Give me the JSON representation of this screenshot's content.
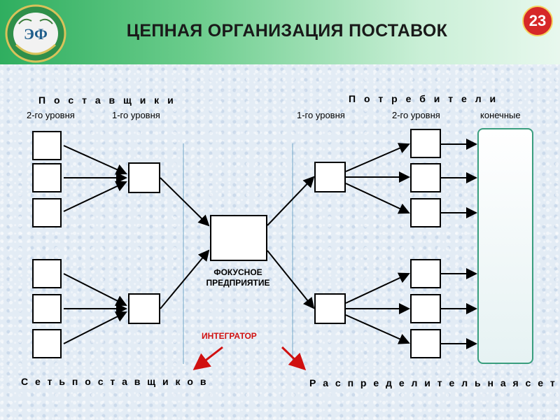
{
  "slide": {
    "title": "ЦЕПНАЯ ОРГАНИЗАЦИЯ ПОСТАВОК",
    "page_number": "23",
    "logo_text": "ЭФ"
  },
  "suppliers": {
    "header": "П о с т а в щ и к и",
    "level2_label": "2-го уровня",
    "level1_label": "1-го уровня",
    "network_label": "С е т ь   п о с т а в щ и к о в"
  },
  "consumers": {
    "header": "П о т р е б и т е л и",
    "level1_label": "1-го уровня",
    "level2_label": "2-го уровня",
    "final_label": "конечные",
    "network_label": "Р а с п р е д е л и т е л ь н а я   с е т ь"
  },
  "focus": {
    "line1": "ФОКУСНОЕ",
    "line2": "ПРЕДПРИЯТИЕ"
  },
  "integrator": "ИНТЕГРАТОР",
  "colors": {
    "header_green": "#2fae5f",
    "badge_red": "#d62828",
    "integrator_red": "#d01010",
    "consumer_border": "#3a9e7e"
  }
}
